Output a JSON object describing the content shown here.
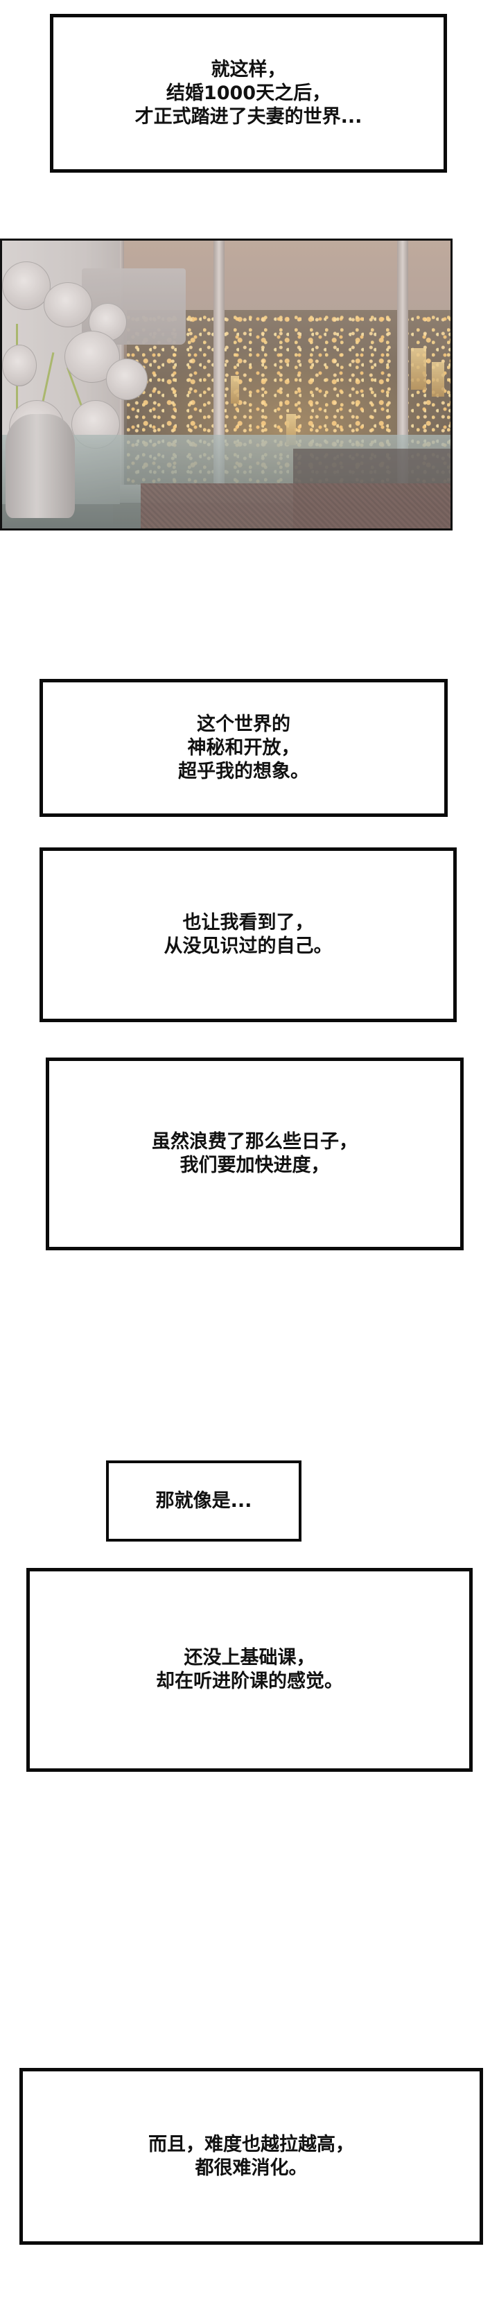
{
  "comic": {
    "captions": [
      {
        "id": "caption-1",
        "lines": [
          "就这样，",
          "结婚1000天之后，",
          "才正式踏进了夫妻的世界..."
        ]
      },
      {
        "id": "caption-2",
        "lines": [
          "这个世界的",
          "神秘和开放，",
          "超乎我的想象。"
        ]
      },
      {
        "id": "caption-3",
        "lines": [
          "也让我看到了，",
          "从没见识过的自己。"
        ]
      },
      {
        "id": "caption-4",
        "lines": [
          "虽然浪费了那么些日子，",
          "我们要加快进度，"
        ]
      },
      {
        "id": "caption-5",
        "lines": [
          "那就像是..."
        ]
      },
      {
        "id": "caption-6",
        "lines": [
          "还没上基础课，",
          "却在听进阶课的感觉。"
        ]
      },
      {
        "id": "caption-7",
        "lines": [
          "而且，难度也越拉越高，",
          "都很难消化。"
        ]
      }
    ],
    "panel": {
      "description": "Night city view through a high-rise window with white flowers in a vase and a glass table in the foreground",
      "colors": {
        "border": "#111111",
        "city_light": "#f0d08a",
        "sky": "#b8a193",
        "floor": "#6a4f4a"
      }
    },
    "colors": {
      "background": "#ffffff",
      "box_border": "#0a0a0a",
      "text": "#111111"
    }
  }
}
